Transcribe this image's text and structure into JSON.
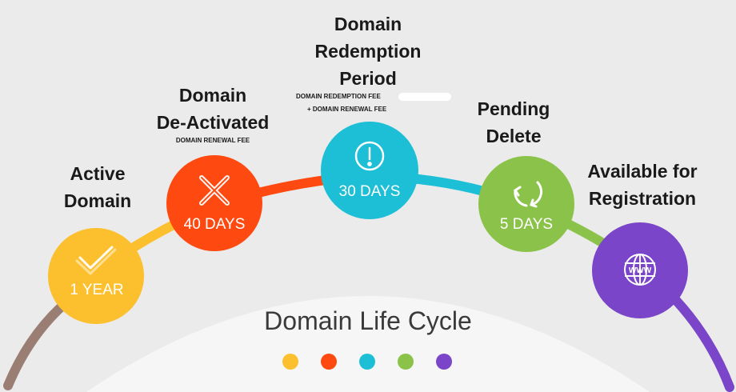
{
  "center_title": "Domain Life Cycle",
  "stages": [
    {
      "id": "active",
      "title_lines": [
        "Active",
        "Domain"
      ],
      "notes": [],
      "badge": "1 YEAR",
      "icon": "check-icon",
      "color": "#fcc02e"
    },
    {
      "id": "deactivated",
      "title_lines": [
        "Domain",
        "De-Activated"
      ],
      "notes": [
        "DOMAIN RENEWAL FEE"
      ],
      "badge": "40 DAYS",
      "icon": "x-icon",
      "color": "#fe4a11"
    },
    {
      "id": "redemption",
      "title_lines": [
        "Domain",
        "Redemption",
        "Period"
      ],
      "notes": [
        "DOMAIN REDEMPTION FEE",
        "+ DOMAIN RENEWAL FEE"
      ],
      "badge": "30 DAYS",
      "icon": "exclamation-icon",
      "color": "#1cbfd6"
    },
    {
      "id": "pending",
      "title_lines": [
        "Pending",
        "Delete"
      ],
      "notes": [],
      "badge": "5 DAYS",
      "icon": "refresh-icon",
      "color": "#8bc34a"
    },
    {
      "id": "available",
      "title_lines": [
        "Available for",
        "Registration"
      ],
      "notes": [],
      "badge": "",
      "icon": "www-globe-icon",
      "color": "#7a45c8"
    }
  ],
  "arc_colors": {
    "start": "#9a7e74",
    "yellow_orange": "#fcc02e",
    "orange_teal": "#fe4a11",
    "teal_green": "#1cbfd6",
    "green_purple": "#8bc34a",
    "end": "#7a45c8"
  },
  "legend_dots": [
    "#fcc02e",
    "#fe4a11",
    "#1cbfd6",
    "#8bc34a",
    "#7a45c8"
  ]
}
